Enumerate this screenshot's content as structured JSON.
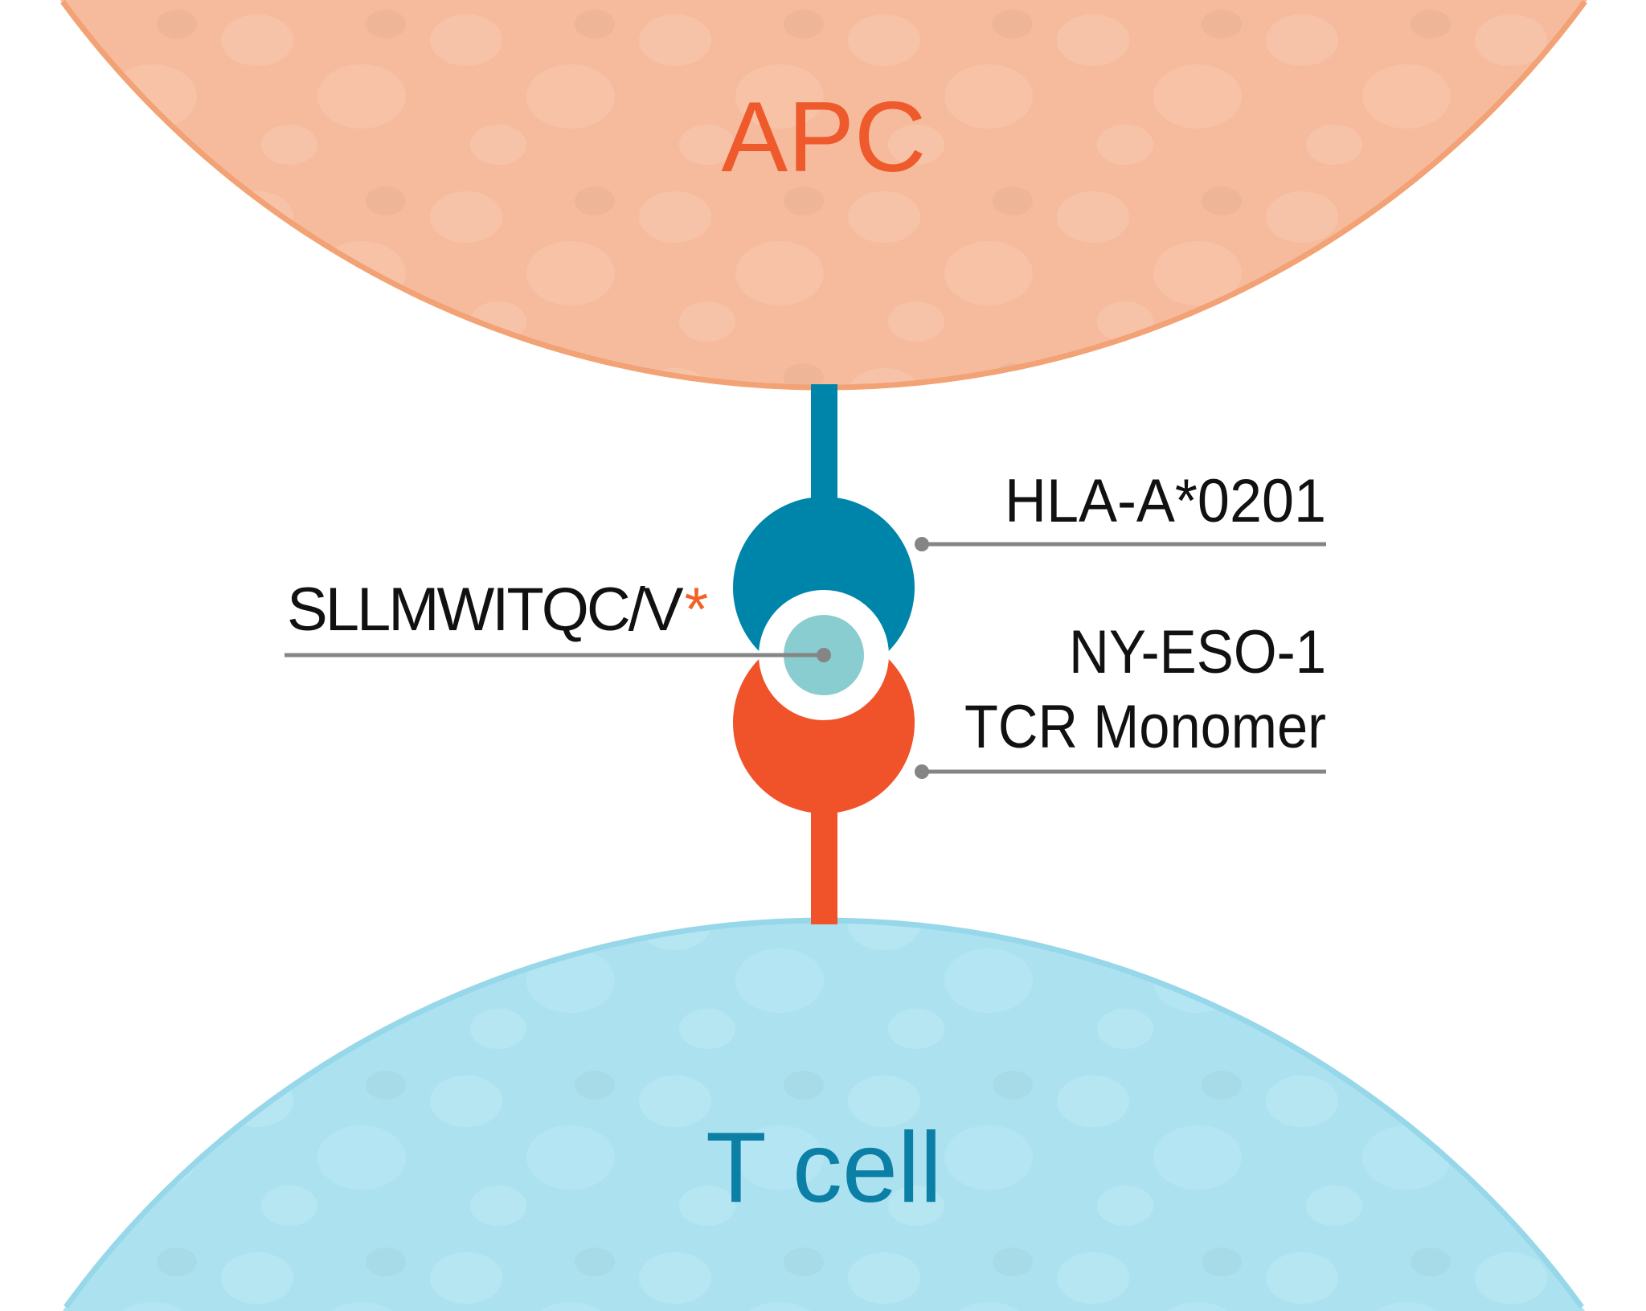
{
  "cells": {
    "apc": {
      "label": "APC"
    },
    "tcell": {
      "label": "T cell"
    }
  },
  "labels": {
    "hla": "HLA-A*0201",
    "peptide": "SLLMWITQC/V",
    "peptide_mark": "*",
    "ny_eso": "NY-ESO-1",
    "tcr": "TCR Monomer"
  },
  "colors": {
    "apc_fill": "#f6bb9c",
    "apc_border": "#f2a274",
    "apc_text": "#ee5a2c",
    "tcell_fill": "#ace2f0",
    "tcell_border": "#97d7ea",
    "tcell_text": "#0b7fa6",
    "mhc": "#0085aa",
    "tcr": "#f0522a",
    "peptide": "#8acdd0",
    "leader": "#858585"
  }
}
